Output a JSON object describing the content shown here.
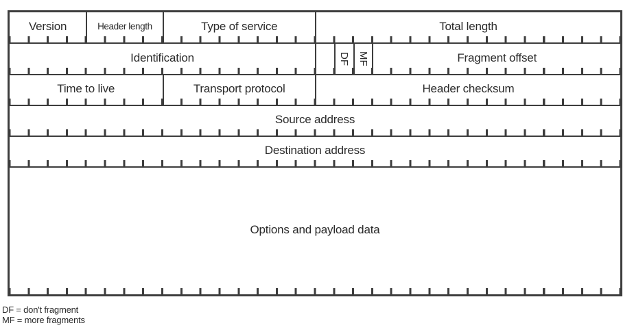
{
  "diagram": {
    "title_meaning": "IP packet header layout",
    "fields": {
      "version": "Version",
      "header_length": "Header length",
      "type_of_service": "Type of service",
      "total_length": "Total length",
      "identification": "Identification",
      "reserved_flag": "",
      "df_flag": "DF",
      "mf_flag": "MF",
      "fragment_offset": "Fragment offset",
      "time_to_live": "Time to live",
      "transport_protocol": "Transport protocol",
      "header_checksum": "Header checksum",
      "source_address": "Source address",
      "destination_address": "Destination address",
      "options_payload": "Options and payload data"
    },
    "footnotes": {
      "df": "DF = don't fragment",
      "mf": "MF = more fragments"
    },
    "colors": {
      "line": "#3d3d3d",
      "text": "#2b2b2b",
      "background": "#ffffff"
    }
  }
}
